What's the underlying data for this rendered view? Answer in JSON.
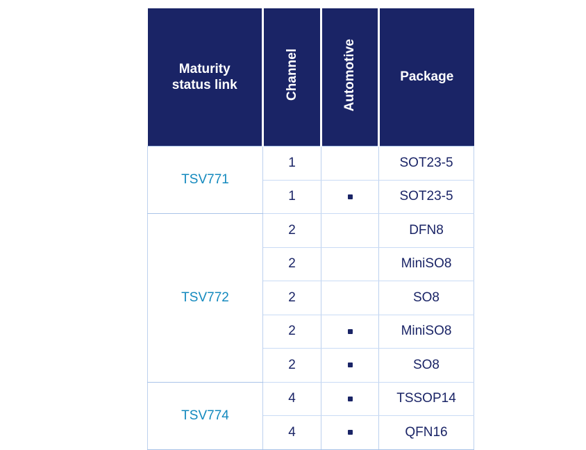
{
  "table": {
    "headers": {
      "maturity": "Maturity\nstatus link",
      "channel": "Channel",
      "automotive": "Automotive",
      "package": "Package"
    },
    "colors": {
      "header_background": "#1a2466",
      "header_text": "#ffffff",
      "link_text": "#1389be",
      "data_text": "#1a2466",
      "grid_line": "#bcd0ee",
      "grid_line_strong": "#a9c3e8",
      "dot": "#1a2466"
    },
    "icons": {
      "automotive_mark": "bullet-dot"
    },
    "groups": [
      {
        "name": "TSV771",
        "rows": [
          {
            "channel": "1",
            "automotive": "",
            "package": "SOT23-5"
          },
          {
            "channel": "1",
            "automotive": "•",
            "package": "SOT23-5"
          }
        ]
      },
      {
        "name": "TSV772",
        "rows": [
          {
            "channel": "2",
            "automotive": "",
            "package": "DFN8"
          },
          {
            "channel": "2",
            "automotive": "",
            "package": "MiniSO8"
          },
          {
            "channel": "2",
            "automotive": "",
            "package": "SO8"
          },
          {
            "channel": "2",
            "automotive": "•",
            "package": "MiniSO8"
          },
          {
            "channel": "2",
            "automotive": "•",
            "package": "SO8"
          }
        ]
      },
      {
        "name": "TSV774",
        "rows": [
          {
            "channel": "4",
            "automotive": "•",
            "package": "TSSOP14"
          },
          {
            "channel": "4",
            "automotive": "•",
            "package": "QFN16"
          }
        ]
      }
    ]
  }
}
